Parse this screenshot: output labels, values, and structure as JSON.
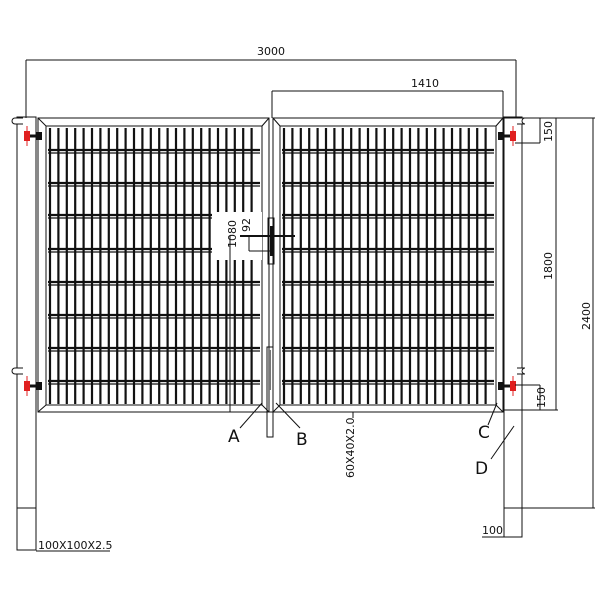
{
  "drawing": {
    "dimensions": {
      "overall_width": "3000",
      "leaf_width": "1410",
      "hinge_offset_top": "150",
      "hinge_offset_bottom": "150",
      "leaf_height": "1800",
      "post_height": "2400",
      "lock_height": "1080",
      "lock_offset": "92",
      "post_width": "100"
    },
    "labels": {
      "a": "A",
      "b": "B",
      "c": "C",
      "d": "D",
      "frame_profile": "60X40X2.0",
      "post_profile": "100X100X2.5"
    },
    "colors": {
      "line": "#111111",
      "hinge": "#e02020"
    }
  }
}
